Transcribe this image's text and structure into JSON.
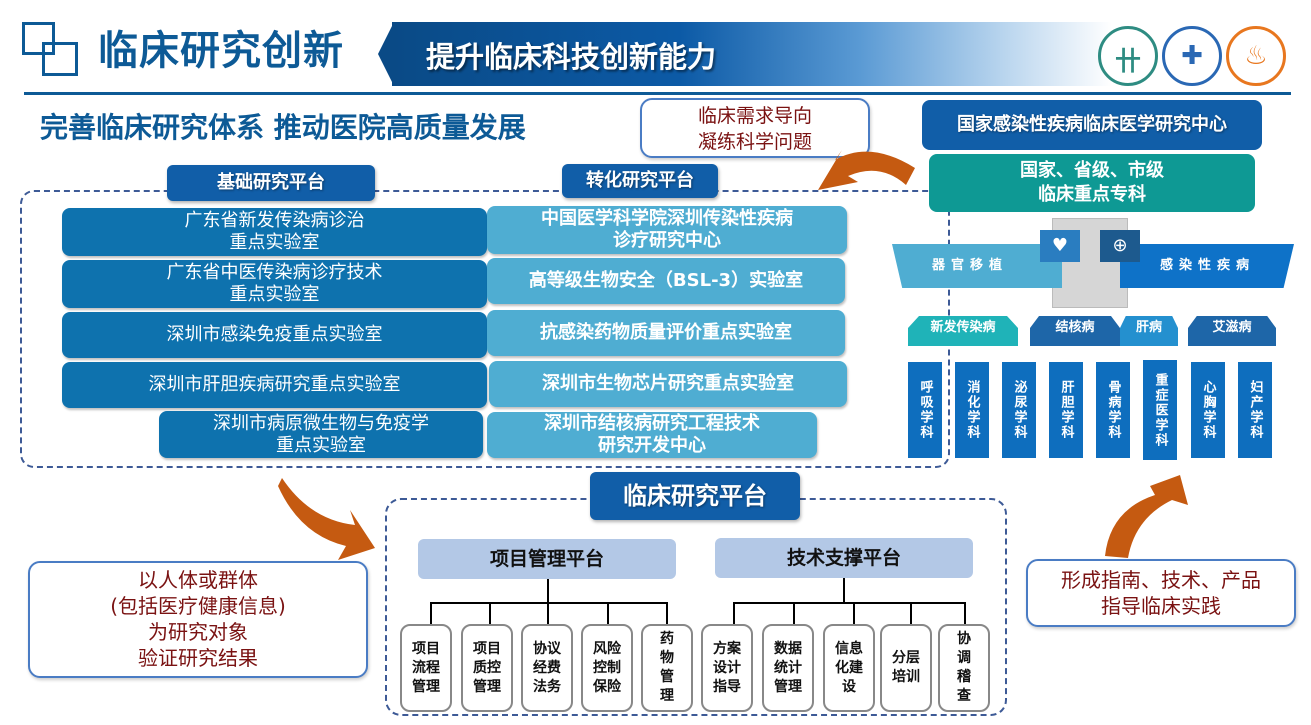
{
  "header": {
    "title": "临床研究创新",
    "banner": "提升临床科技创新能力",
    "logos": [
      "hospital-logo-green-icon",
      "hospital-logo-third-peoples-icon",
      "university-logo-sustech-icon"
    ]
  },
  "subtitle": "完善临床研究体系 推动医院高质量发展",
  "callouts": {
    "need": [
      "临床需求导向",
      "凝练科学问题"
    ],
    "subject": [
      "以人体或群体",
      "(包括医疗健康信息)",
      "为研究对象",
      "验证研究结果"
    ],
    "result": [
      "形成指南、技术、产品",
      "指导临床实践"
    ]
  },
  "basic_platform": {
    "label": "基础研究平台",
    "items": [
      "广东省新发传染病诊治\n重点实验室",
      "广东省中医传染病诊疗技术\n重点实验室",
      "深圳市感染免疫重点实验室",
      "深圳市肝胆疾病研究重点实验室",
      "深圳市病原微生物与免疫学\n重点实验室"
    ]
  },
  "translational_platform": {
    "label": "转化研究平台",
    "items": [
      "中国医学科学院深圳传染性疾病\n诊疗研究中心",
      "高等级生物安全（BSL-3）实验室",
      "抗感染药物质量评价重点实验室",
      "深圳市生物芯片研究重点实验室",
      "深圳市结核病研究工程技术\n研究开发中心"
    ]
  },
  "right_panel": {
    "national_center": "国家感染性疾病临床医学研究中心",
    "key_specialty": [
      "国家、省级、市级",
      "临床重点专科"
    ],
    "band_left": "器官移植",
    "band_right": "感染性疾病",
    "icons": [
      "heart-pulse-icon",
      "medical-plus-icon"
    ],
    "diseases": [
      "新发传染病",
      "结核病",
      "肝病",
      "艾滋病"
    ],
    "departments": [
      "呼吸学科",
      "消化学科",
      "泌尿学科",
      "肝胆学科",
      "骨病学科",
      "重症医学科",
      "心胸学科",
      "妇产学科"
    ]
  },
  "clinical_platform": {
    "label": "临床研究平台",
    "management": {
      "label": "项目管理平台",
      "items": [
        "项目流程管理",
        "项目质控管理",
        "协议经费法务",
        "风险控制保险",
        "药物管理"
      ]
    },
    "technical": {
      "label": "技术支撑平台",
      "items": [
        "方案设计指导",
        "数据统计管理",
        "信息化建设",
        "分层培训",
        "协调稽查"
      ]
    }
  },
  "colors": {
    "primary_blue": "#0d5a96",
    "tag_blue": "#115ea8",
    "lab_dark": "#0e72ae",
    "lab_light": "#4fadd2",
    "teal": "#0e9994",
    "arrow_orange": "#c55a11",
    "callout_text": "#7a1212"
  }
}
